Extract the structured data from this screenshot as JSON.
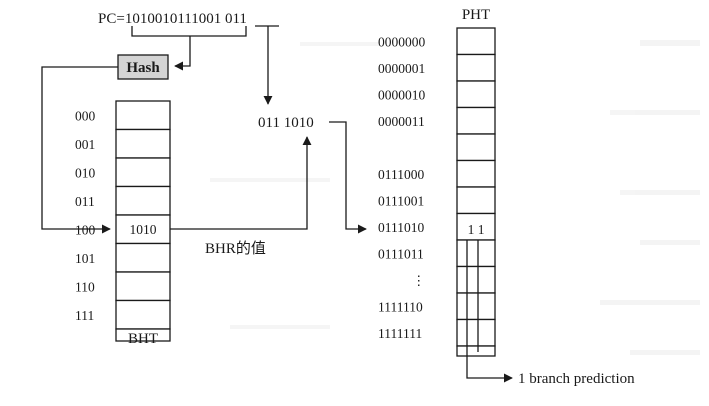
{
  "pc": {
    "prefix": "PC=",
    "main_bits": "1010010111001",
    "low_bits": "011"
  },
  "hash_label": "Hash",
  "bht": {
    "title": "BHT",
    "indices": [
      "000",
      "001",
      "010",
      "011",
      "100",
      "101",
      "110",
      "111"
    ],
    "selected_index": 4,
    "selected_value": "1010"
  },
  "index_label": {
    "pc_part": "011",
    "bhr_part": "1010"
  },
  "bhr_caption": "BHR的值",
  "pht": {
    "title": "PHT",
    "indices": [
      "0000000",
      "0000001",
      "0000010",
      "0000011",
      "",
      "0111000",
      "0111001",
      "0111010",
      "0111011",
      "⋮",
      "1111110",
      "1111111"
    ],
    "selected_index": 7,
    "selected_value": "1 1"
  },
  "output_label": "1 branch prediction",
  "colors": {
    "ink": "#1a1a1a",
    "hash_fill": "#d4d4d4"
  }
}
